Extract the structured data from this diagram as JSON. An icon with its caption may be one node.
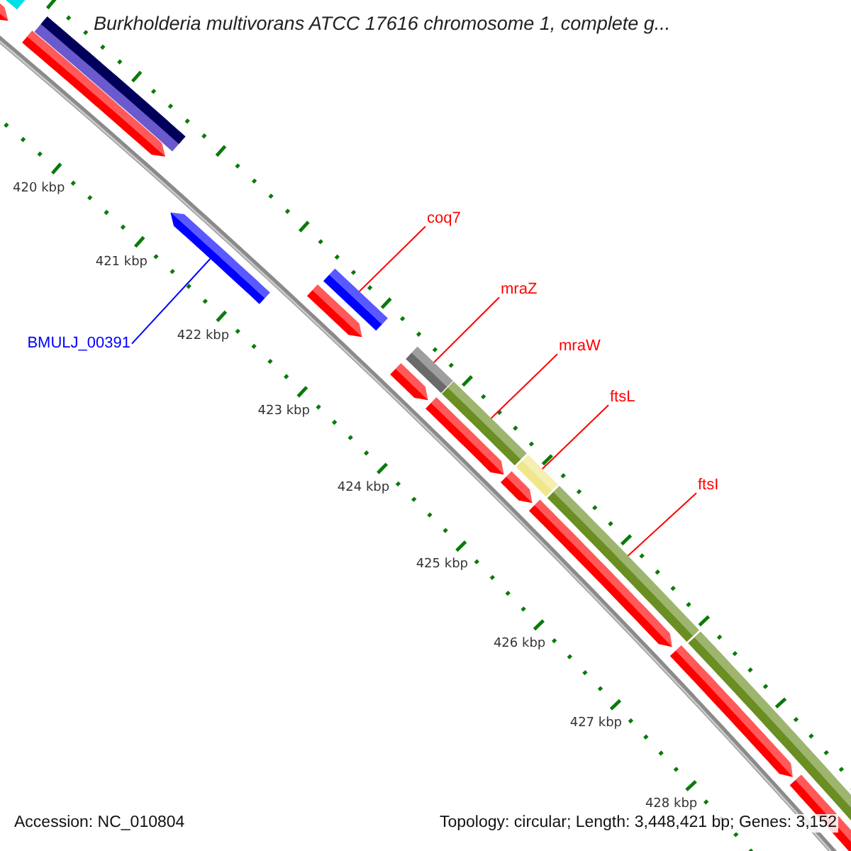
{
  "diagram": {
    "title": "Burkholderia multivorans ATCC 17616 chromosome 1, complete g...",
    "nodes": [
      {
        "text": [
          "coq7"
        ]
      },
      {
        "text": [
          "mraZ"
        ]
      },
      {
        "text": [
          "mraW"
        ]
      },
      {
        "text": [
          "ftsL"
        ]
      },
      {
        "text": [
          "ftsI"
        ]
      },
      {
        "text": [
          "BMULJ_00391"
        ]
      },
      {
        "text": [],
        "shape": "bar"
      },
      {
        "text": [],
        "shape": "bar"
      },
      {
        "text": [],
        "shape": "bar"
      },
      {
        "text": [],
        "shape": "bar"
      },
      {
        "text": [],
        "shape": "bar"
      },
      {
        "text": [],
        "shape": "bar"
      }
    ],
    "edges": [
      {
        "from": 0,
        "to": 7,
        "arrow": "none"
      },
      {
        "from": 1,
        "to": 8,
        "arrow": "none"
      },
      {
        "from": 2,
        "to": 9,
        "arrow": "none"
      },
      {
        "from": 3,
        "to": 10,
        "arrow": "none"
      },
      {
        "from": 4,
        "to": 11,
        "arrow": "none"
      },
      {
        "from": 5,
        "to": 6,
        "arrow": "none",
        "color": "#0000ff"
      }
    ],
    "labels": [
      "420 kbp",
      "421 kbp",
      "422 kbp",
      "423 kbp",
      "424 kbp",
      "425 kbp",
      "426 kbp",
      "427 kbp",
      "428 kbp",
      "Accession: NC_010804",
      "Topology: circular; Length: 3,448,421 bp; Genes: 3,152"
    ]
  }
}
